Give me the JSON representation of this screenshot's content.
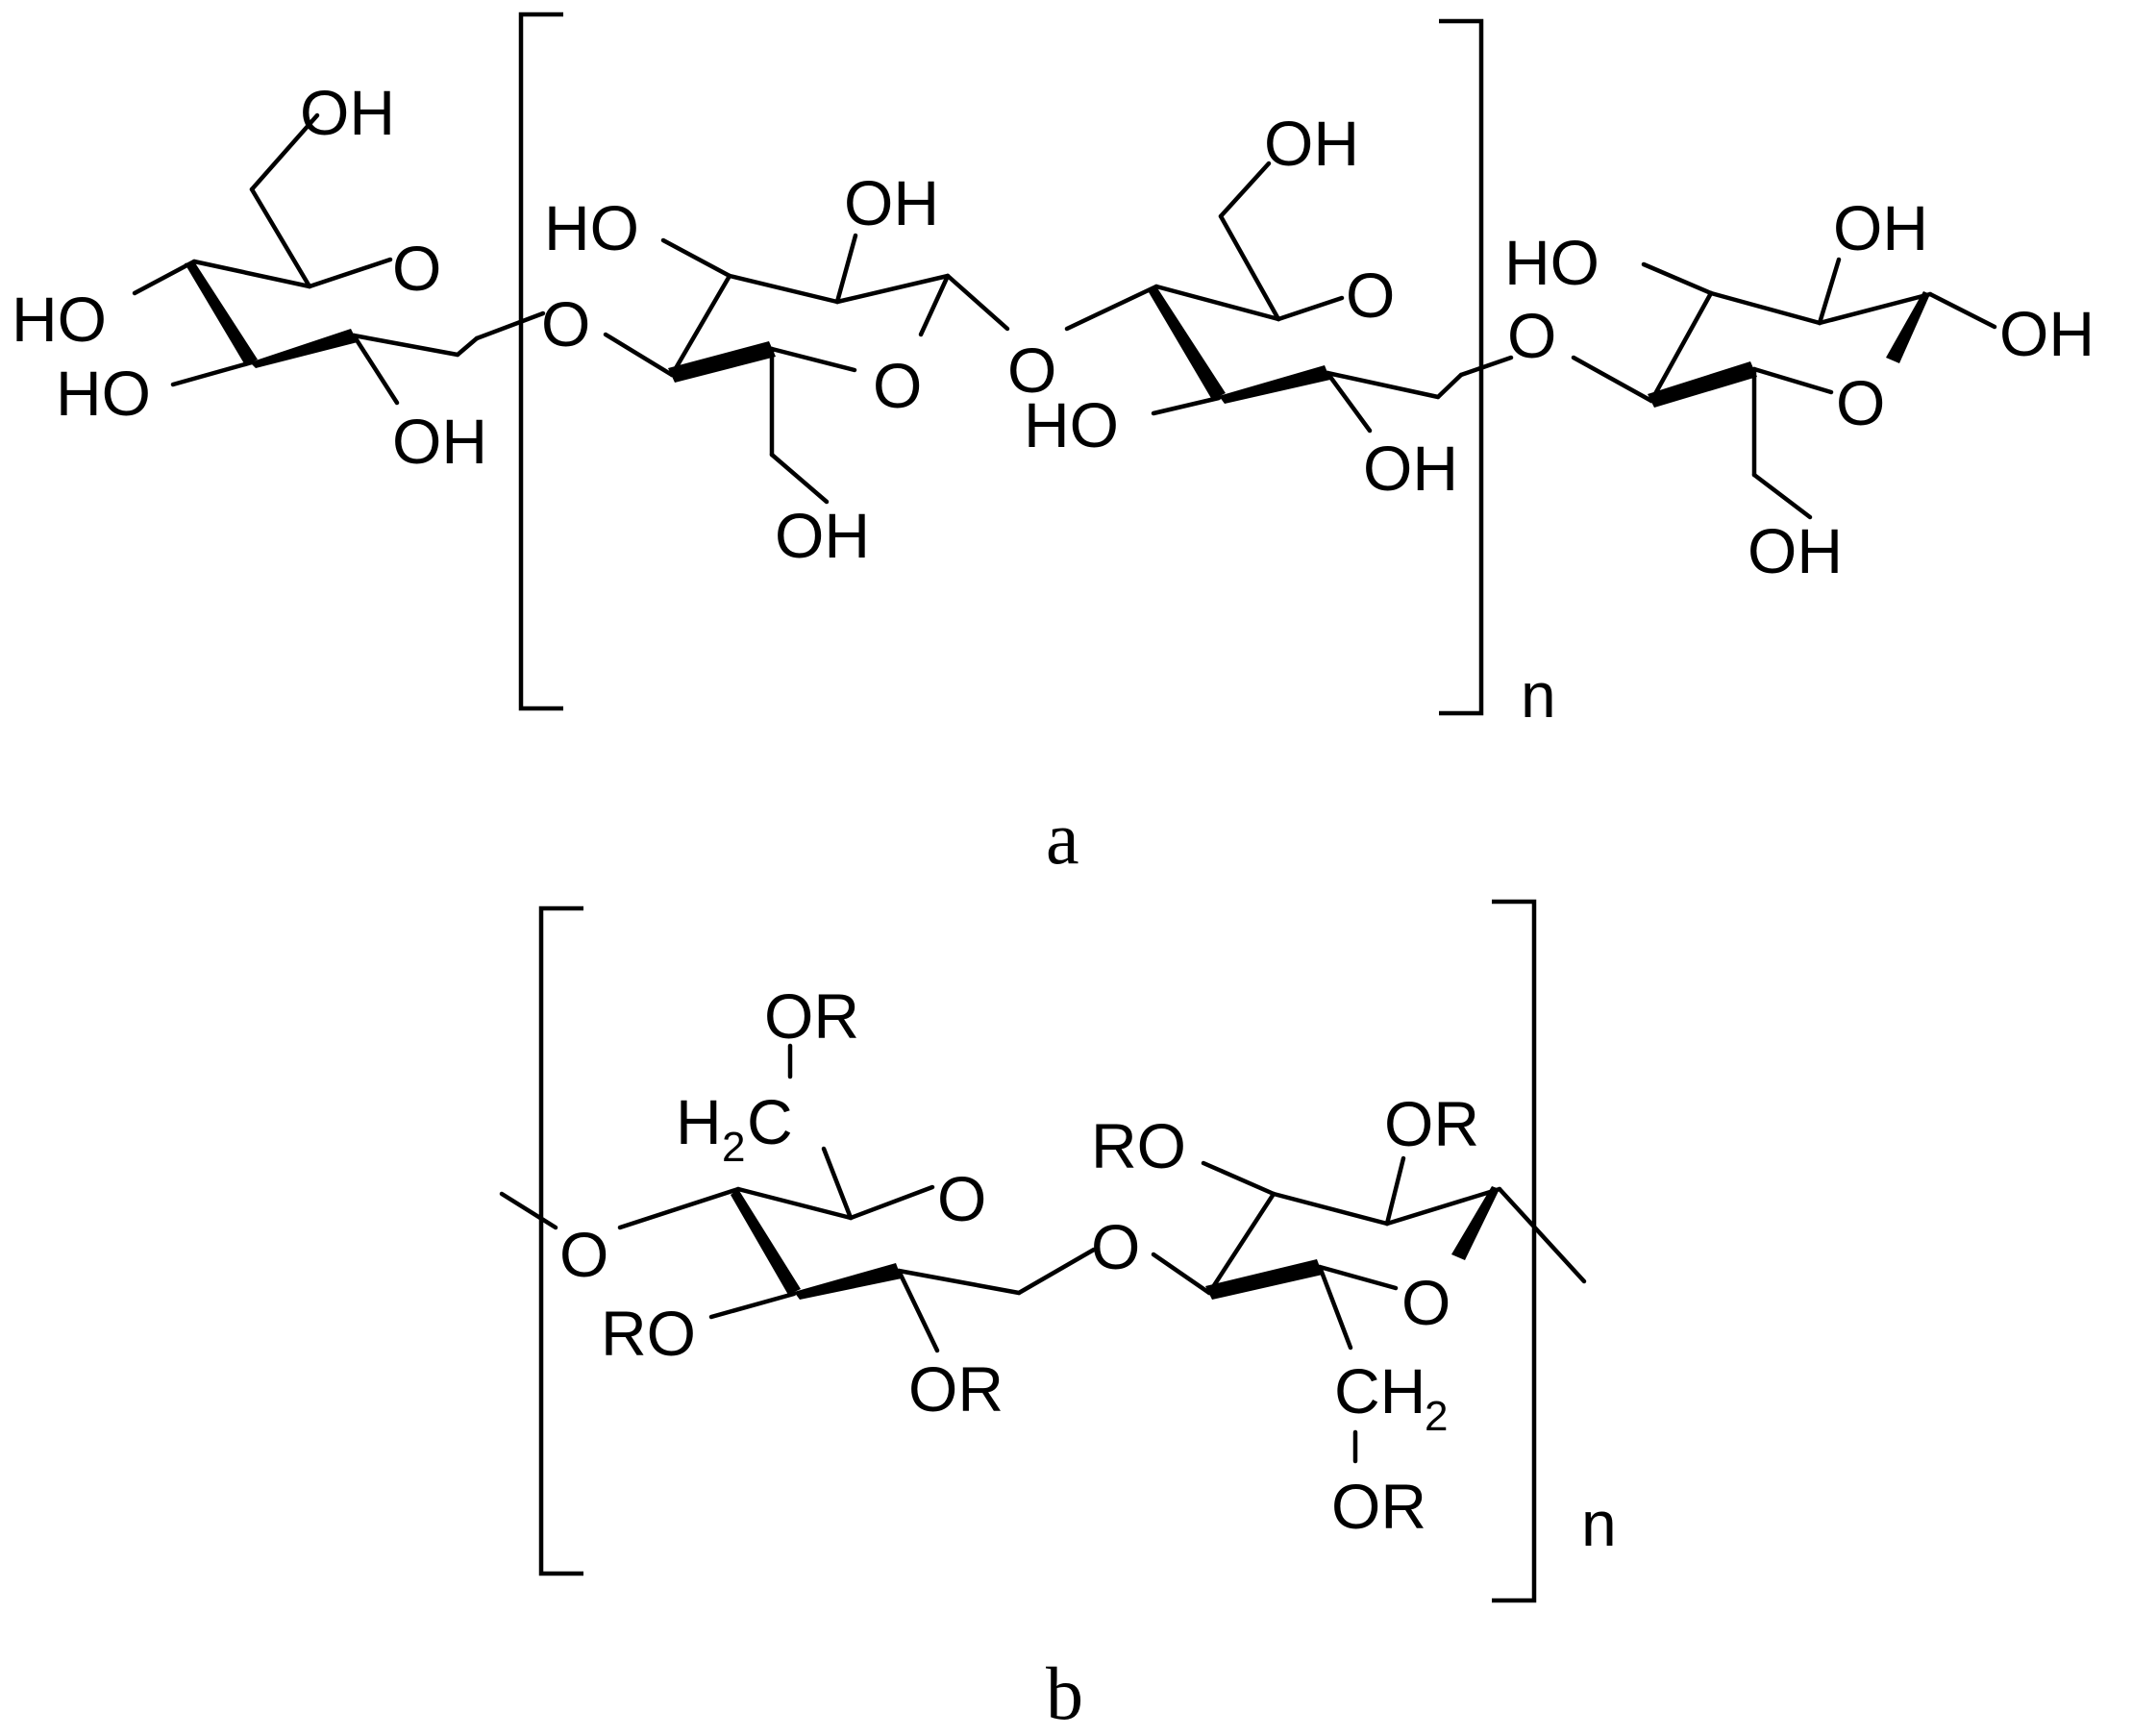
{
  "figure": {
    "panels": [
      {
        "id": "a",
        "label": "a",
        "repeat_subscript": "n",
        "groups": {
          "t1_oh6": "OH",
          "t1_o5": "O",
          "t1_ho4": "HO",
          "t1_ho3": "HO",
          "t1_oh2": "OH",
          "link1": "O",
          "r1_ho3": "HO",
          "r1_oh2": "OH",
          "r1_o5": "O",
          "r1_oh6": "OH",
          "link2": "O",
          "r2_oh6": "OH",
          "r2_o5": "O",
          "r2_ho3": "HO",
          "r2_oh2": "OH",
          "link3": "O",
          "t2_ho3": "HO",
          "t2_oh2": "OH",
          "t2_oh1": "OH",
          "t2_o5": "O",
          "t2_oh6": "OH"
        }
      },
      {
        "id": "b",
        "label": "b",
        "repeat_subscript": "n",
        "groups": {
          "s1_or6": "OR",
          "s1_h2": "H",
          "s1_h2_sub": "2",
          "s1_c": "C",
          "s1_o5": "O",
          "s1_link_o": "O",
          "s1_ro3": "RO",
          "s1_or2": "OR",
          "link": "O",
          "s2_ro3": "RO",
          "s2_or2": "OR",
          "s2_o5": "O",
          "s2_c": "CH",
          "s2_c_sub": "2",
          "s2_or6": "OR"
        }
      }
    ]
  }
}
